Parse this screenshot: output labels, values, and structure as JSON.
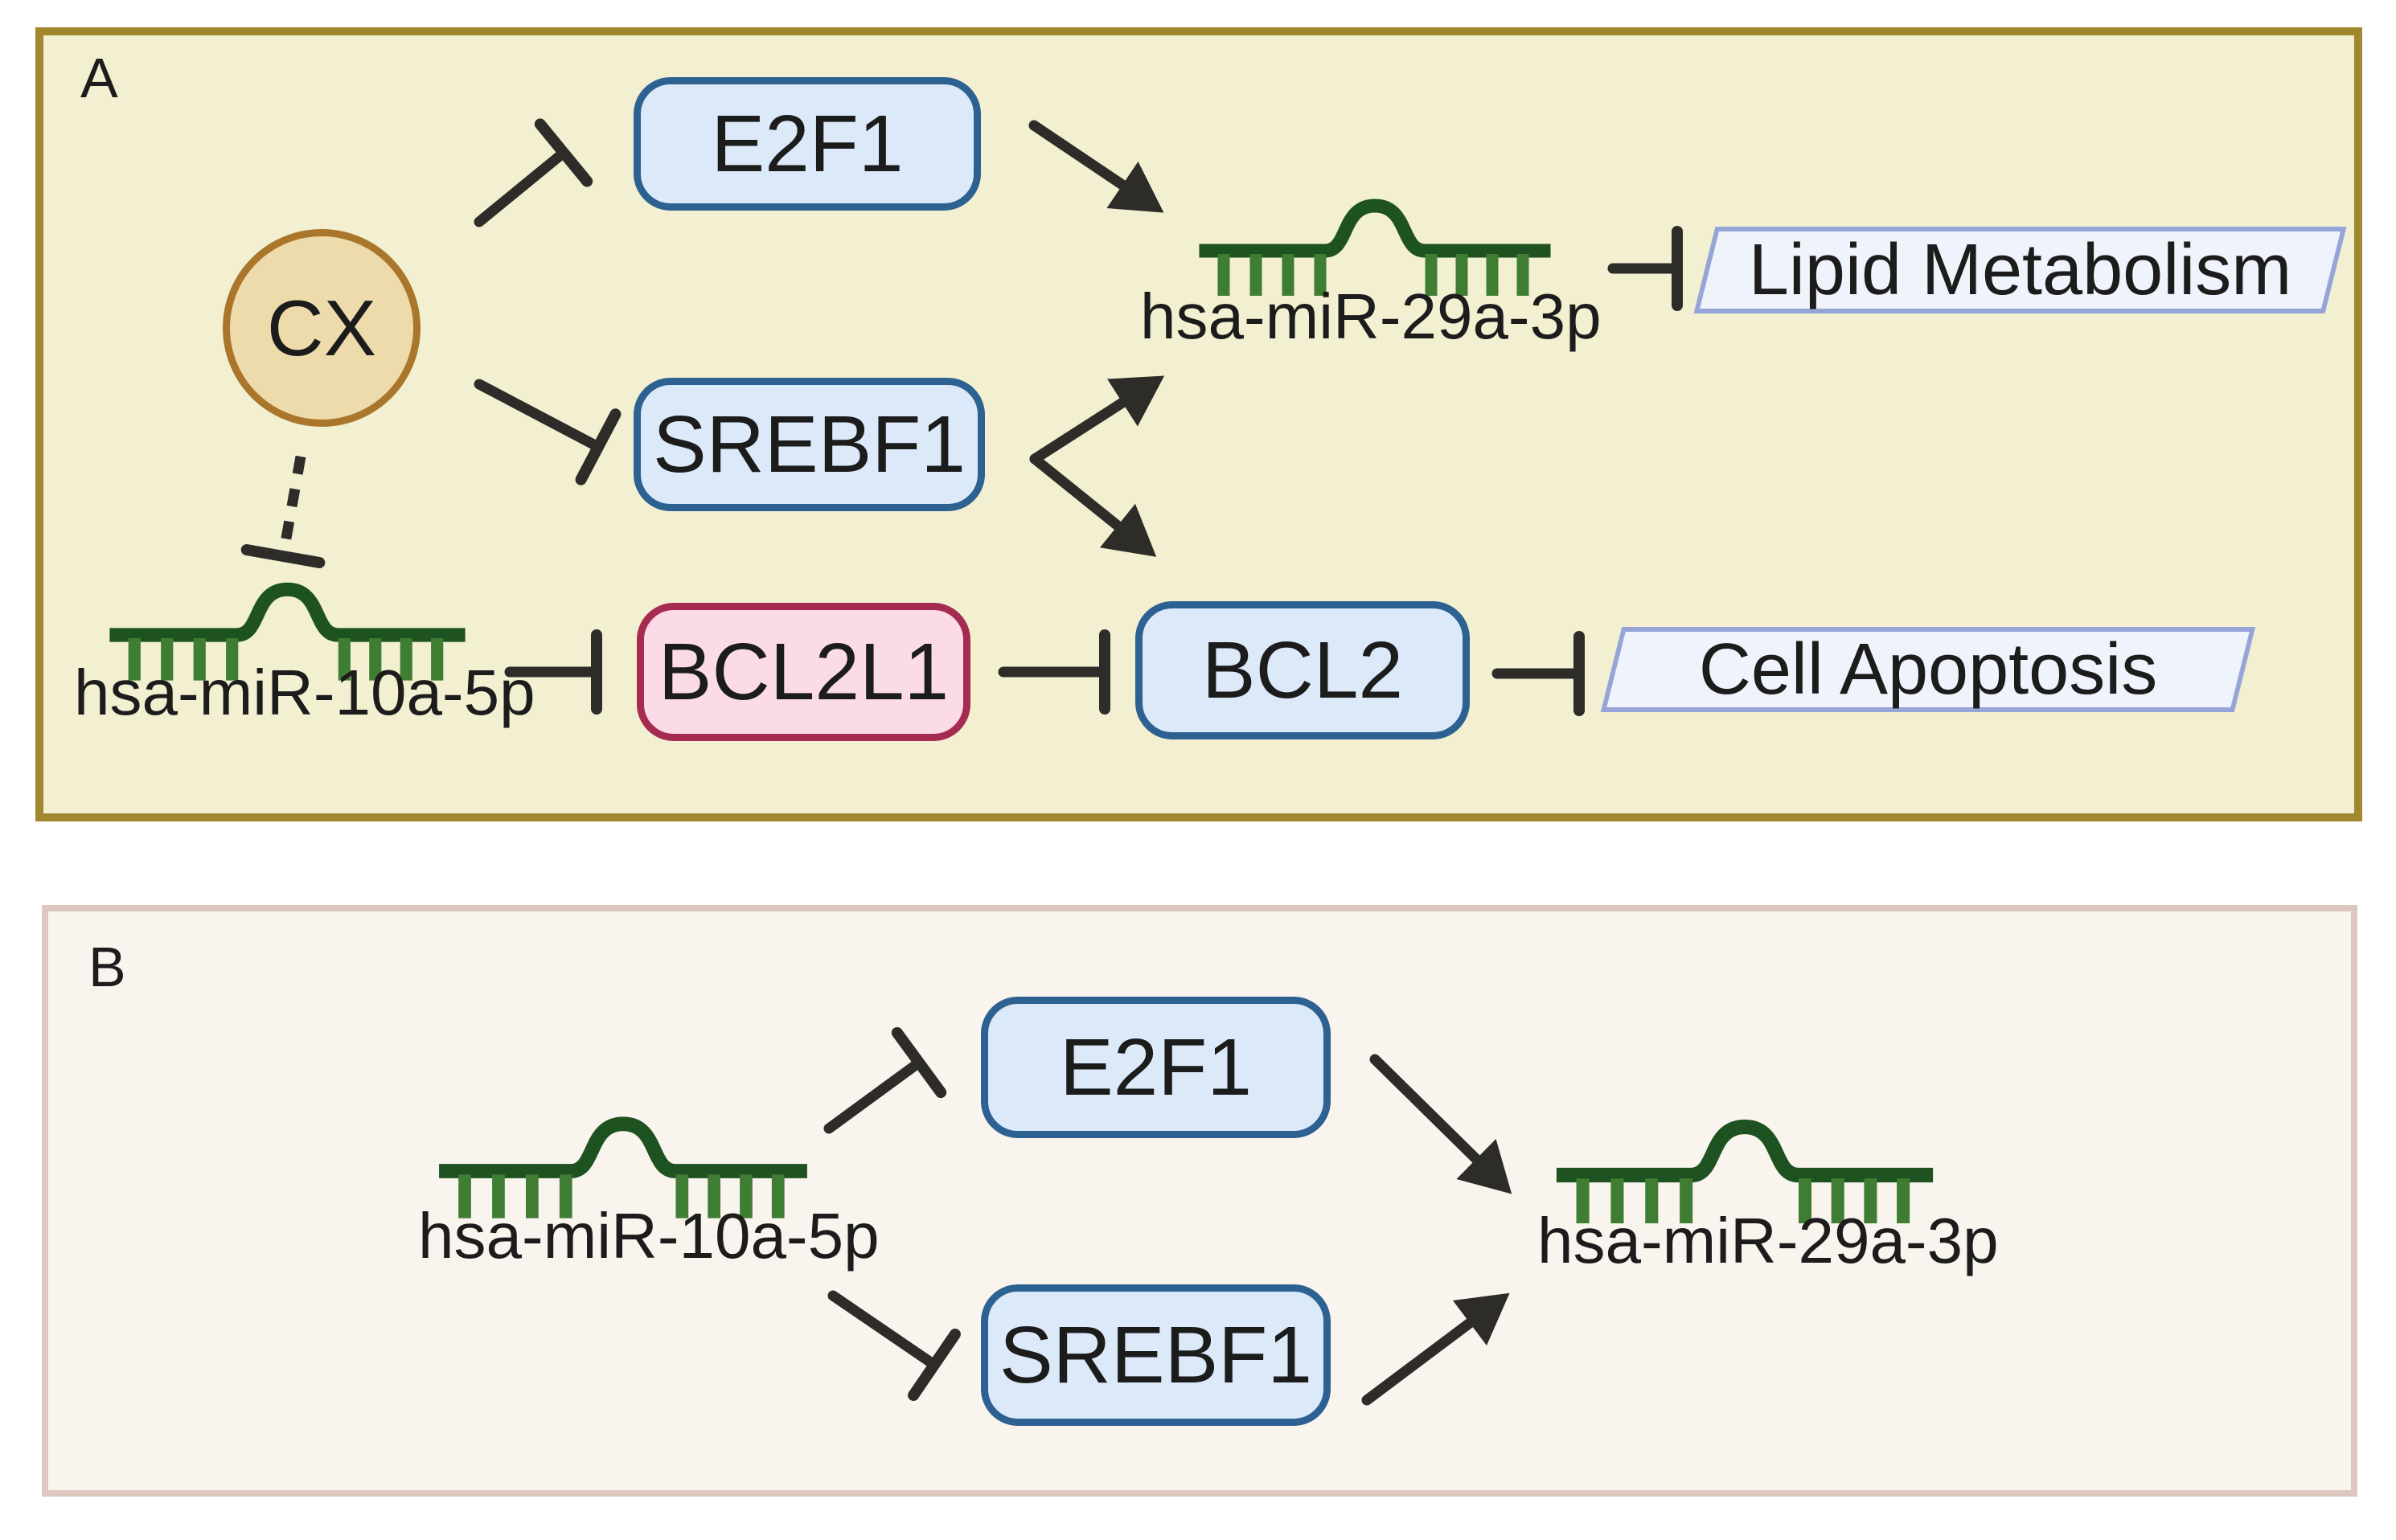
{
  "panel_a": {
    "label": "A",
    "nodes": {
      "cx": {
        "label": "CX"
      },
      "e2f1": {
        "label": "E2F1"
      },
      "srebf1": {
        "label": "SREBF1"
      },
      "bcl2l1": {
        "label": "BCL2L1"
      },
      "bcl2": {
        "label": "BCL2"
      },
      "mir29a": {
        "label": "hsa-miR-29a-3p"
      },
      "mir10a": {
        "label": "hsa-miR-10a-5p"
      },
      "lipid_metabolism": {
        "label": "Lipid Metabolism"
      },
      "cell_apoptosis": {
        "label": "Cell Apoptosis"
      }
    },
    "edges": [
      {
        "id": "a1",
        "from": "CX",
        "to": "E2F1",
        "type": "inhibition"
      },
      {
        "id": "a2",
        "from": "CX",
        "to": "SREBF1",
        "type": "inhibition"
      },
      {
        "id": "a3",
        "from": "CX",
        "to": "hsa-miR-10a-5p",
        "type": "inhibition",
        "line": "dashed"
      },
      {
        "id": "a4",
        "from": "E2F1",
        "to": "hsa-miR-29a-3p",
        "type": "activation"
      },
      {
        "id": "a5",
        "from": "SREBF1",
        "to": "hsa-miR-29a-3p",
        "type": "activation"
      },
      {
        "id": "a6",
        "from": "SREBF1",
        "to": "BCL2",
        "type": "activation"
      },
      {
        "id": "a7",
        "from": "hsa-miR-10a-5p",
        "to": "BCL2L1",
        "type": "inhibition"
      },
      {
        "id": "a8",
        "from": "BCL2L1",
        "to": "BCL2",
        "type": "inhibition"
      },
      {
        "id": "a9",
        "from": "BCL2",
        "to": "Cell Apoptosis",
        "type": "inhibition"
      },
      {
        "id": "a10",
        "from": "hsa-miR-29a-3p",
        "to": "Lipid Metabolism",
        "type": "inhibition"
      }
    ]
  },
  "panel_b": {
    "label": "B",
    "nodes": {
      "mir10a": {
        "label": "hsa-miR-10a-5p"
      },
      "e2f1": {
        "label": "E2F1"
      },
      "srebf1": {
        "label": "SREBF1"
      },
      "mir29a": {
        "label": "hsa-miR-29a-3p"
      }
    },
    "edges": [
      {
        "id": "b1",
        "from": "hsa-miR-10a-5p",
        "to": "E2F1",
        "type": "inhibition"
      },
      {
        "id": "b2",
        "from": "hsa-miR-10a-5p",
        "to": "SREBF1",
        "type": "inhibition"
      },
      {
        "id": "b3",
        "from": "E2F1",
        "to": "hsa-miR-29a-3p",
        "type": "activation"
      },
      {
        "id": "b4",
        "from": "SREBF1",
        "to": "hsa-miR-29a-3p",
        "type": "activation"
      }
    ]
  },
  "colors": {
    "panel_a_bg": "#f2f0d1",
    "panel_a_border": "#a1872e",
    "panel_b_bg": "#faf4ee",
    "panel_b_border": "#dcc8bf",
    "gene_box_fill": "#dce9f8",
    "gene_box_border": "#2d6192",
    "bcl2l1_fill": "#fbdbe7",
    "bcl2l1_border": "#a52b50",
    "cx_fill": "#eedbab",
    "cx_border": "#a9762c",
    "process_fill": "#eff3fc",
    "process_border": "#96a5d8",
    "mirna_stem": "#1e5220",
    "mirna_teeth": "#3f7d33",
    "arrow": "#2e2c29",
    "text": "#1c1c1c"
  }
}
